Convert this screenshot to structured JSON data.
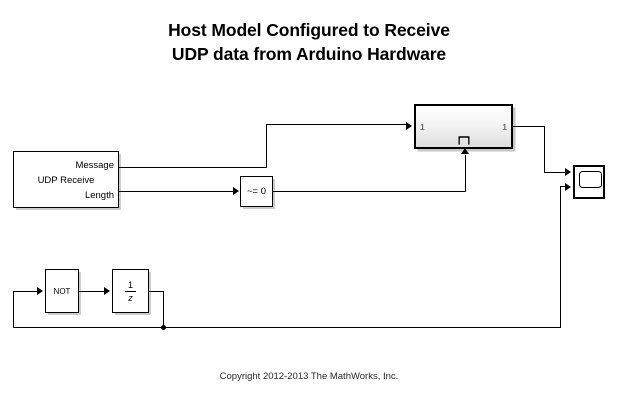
{
  "title": {
    "line1": "Host Model Configured to Receive",
    "line2": "UDP data from Arduino Hardware"
  },
  "copyright": "Copyright 2012-2013 The MathWorks, Inc.",
  "blocks": {
    "udp_receive": {
      "name": "UDP Receive",
      "output_message_label": "Message",
      "output_length_label": "Length"
    },
    "compare": {
      "label": "~= 0"
    },
    "logical_not": {
      "label": "NOT"
    },
    "unit_delay": {
      "numerator": "1",
      "denominator": "z"
    },
    "enabled_subsystem": {
      "input_port_number": "1",
      "output_port_number": "1",
      "enable_icon": "enable-pulse-icon"
    },
    "scope": {
      "icon": "scope-screen-icon"
    }
  },
  "colors": {
    "wire": "#000000",
    "block_border": "#000000",
    "block_fill": "#ffffff",
    "subsystem_fill_top": "#ffffff",
    "subsystem_fill_bottom": "#dedede",
    "port_number": "#6e6e6e",
    "canvas": "#ffffff"
  }
}
